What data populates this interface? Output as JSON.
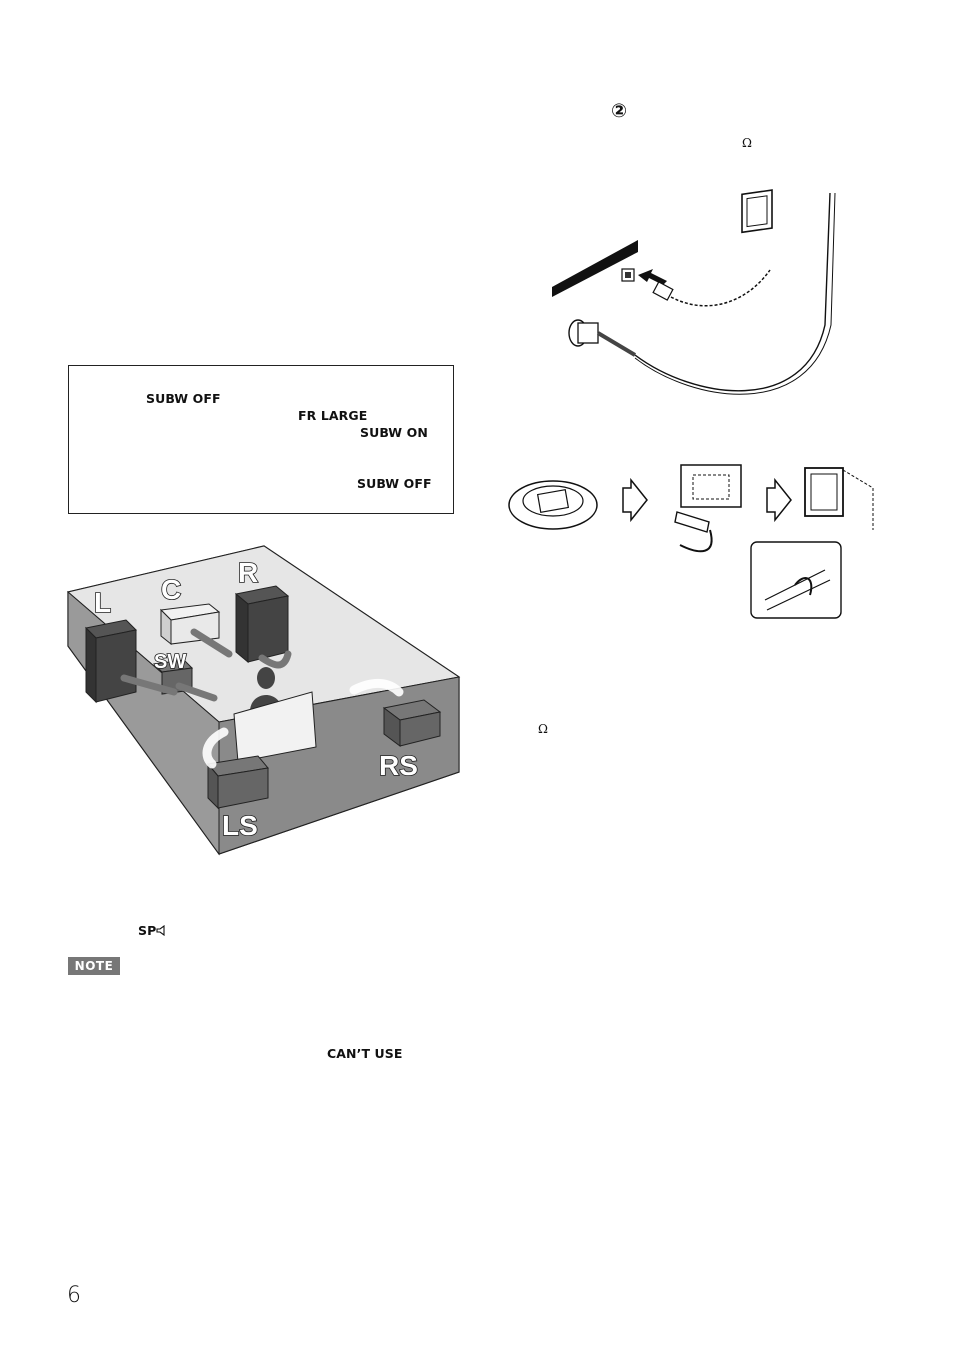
{
  "page_number": "6",
  "step_marker": "②",
  "ohm_symbol": "Ω",
  "notebox": {
    "line1": "SUBW OFF",
    "line2": "FR LARGE",
    "line3": "SUBW ON",
    "line4": "SUBW OFF"
  },
  "speaker_diagram": {
    "labels": [
      "L",
      "C",
      "R",
      "SW",
      "RS",
      "LS"
    ]
  },
  "sp_indicator": "SP",
  "note_badge": "NOTE",
  "cant_use": "CAN’T  USE"
}
